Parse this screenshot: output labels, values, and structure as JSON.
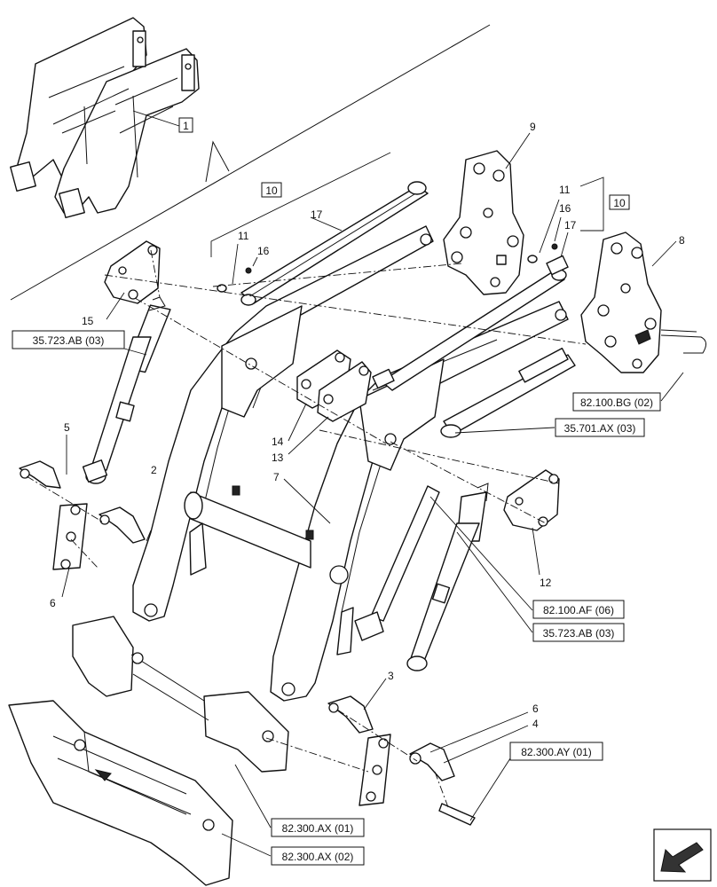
{
  "callouts": {
    "c1": "1",
    "c2": "2",
    "c3": "3",
    "c4": "4",
    "c5": "5",
    "c6a": "6",
    "c6b": "6",
    "c7": "7",
    "c8": "8",
    "c9": "9",
    "c10a": "10",
    "c10b": "10",
    "c11a": "11",
    "c11b": "11",
    "c12": "12",
    "c13": "13",
    "c14": "14",
    "c15": "15",
    "c16a": "16",
    "c16b": "16",
    "c17a": "17",
    "c17b": "17"
  },
  "references": {
    "r_35723_top": "35.723.AB (03)",
    "r_82100bg": "82.100.BG (02)",
    "r_35701": "35.701.AX (03)",
    "r_82100af": "82.100.AF (06)",
    "r_35723_bot": "35.723.AB (03)",
    "r_82300ay": "82.300.AY (01)",
    "r_82300ax1": "82.300.AX (01)",
    "r_82300ax2": "82.300.AX (02)"
  },
  "icons": {
    "nav": "arrow-back-icon"
  }
}
